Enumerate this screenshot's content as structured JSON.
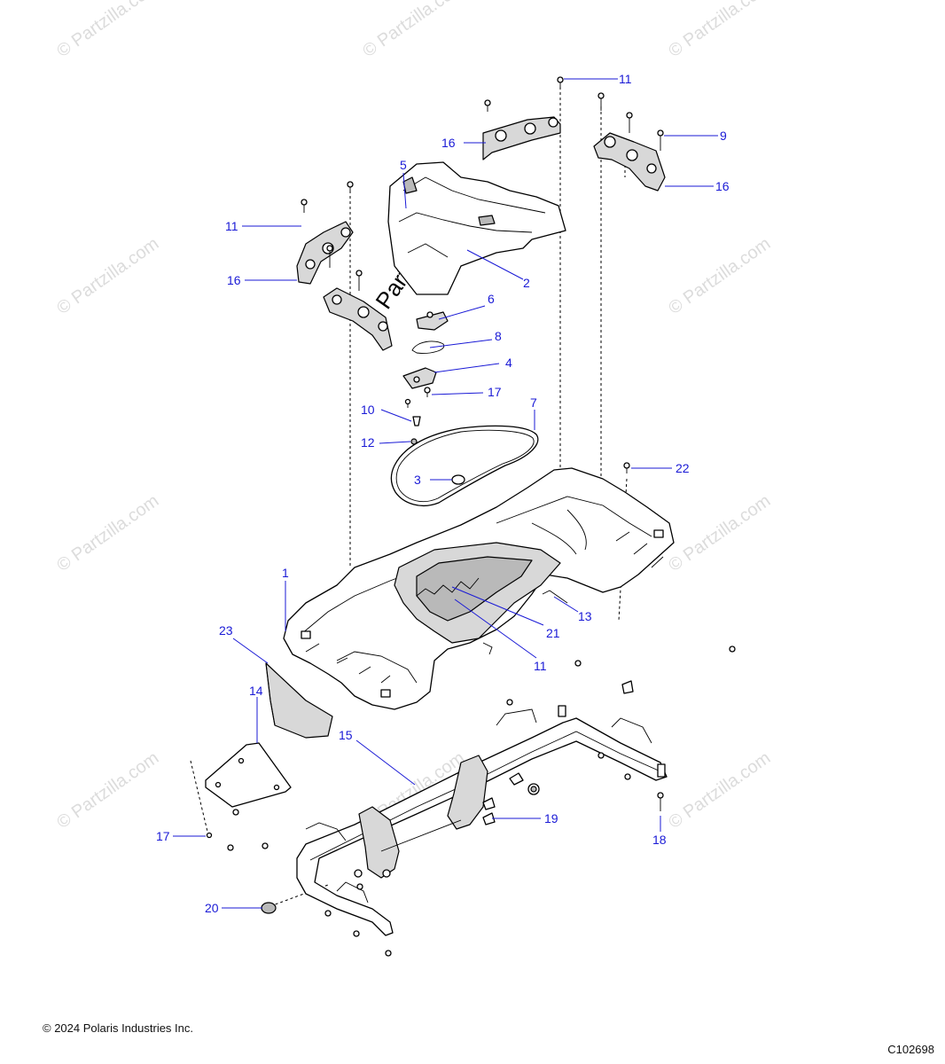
{
  "watermark": {
    "text": "© Partzilla.com",
    "color": "#dcdcdc"
  },
  "callouts": [
    {
      "id": "c1",
      "label": "1"
    },
    {
      "id": "c2",
      "label": "2"
    },
    {
      "id": "c3",
      "label": "3"
    },
    {
      "id": "c4",
      "label": "4"
    },
    {
      "id": "c5",
      "label": "5"
    },
    {
      "id": "c6",
      "label": "6"
    },
    {
      "id": "c7",
      "label": "7"
    },
    {
      "id": "c8",
      "label": "8"
    },
    {
      "id": "c9",
      "label": "9"
    },
    {
      "id": "c10",
      "label": "10"
    },
    {
      "id": "c11a",
      "label": "11"
    },
    {
      "id": "c11b",
      "label": "11"
    },
    {
      "id": "c11c",
      "label": "11"
    },
    {
      "id": "c12",
      "label": "12"
    },
    {
      "id": "c13",
      "label": "13"
    },
    {
      "id": "c14",
      "label": "14"
    },
    {
      "id": "c15",
      "label": "15"
    },
    {
      "id": "c16a",
      "label": "16"
    },
    {
      "id": "c16b",
      "label": "16"
    },
    {
      "id": "c16c",
      "label": "16"
    },
    {
      "id": "c17a",
      "label": "17"
    },
    {
      "id": "c17b",
      "label": "17"
    },
    {
      "id": "c18",
      "label": "18"
    },
    {
      "id": "c19",
      "label": "19"
    },
    {
      "id": "c20",
      "label": "20"
    },
    {
      "id": "c21",
      "label": "21"
    },
    {
      "id": "c22",
      "label": "22"
    },
    {
      "id": "c23",
      "label": "23"
    }
  ],
  "footer": {
    "copyright": "© 2024 Polaris Industries Inc.",
    "figure_id": "C102698"
  },
  "colors": {
    "callout": "#1a1ad6",
    "line": "#000000"
  }
}
